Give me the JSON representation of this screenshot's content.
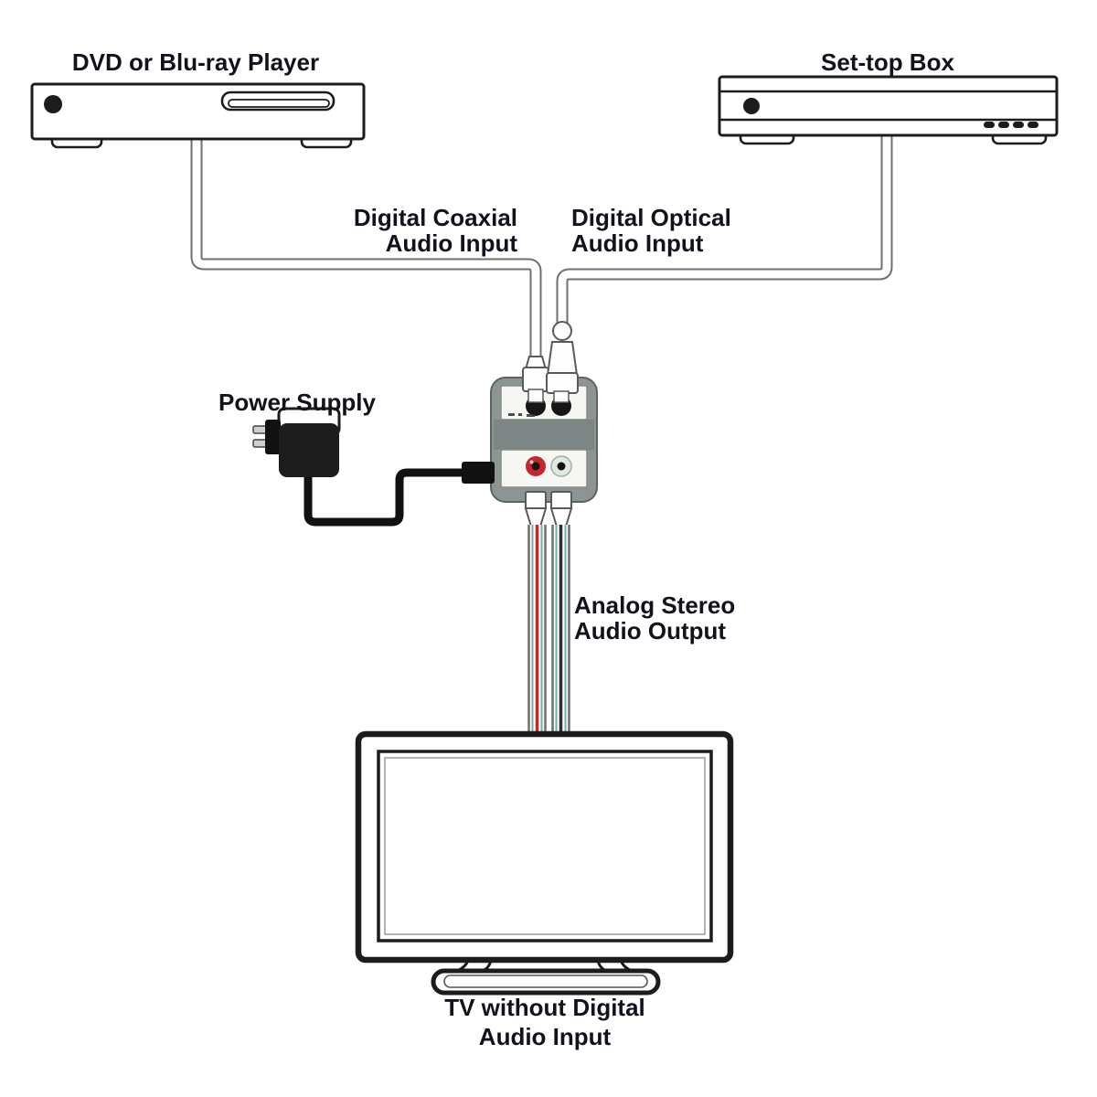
{
  "colors": {
    "background": "#ffffff",
    "line": "#1c1c1c",
    "label_text": "#12121e",
    "cable_outline": "#6f6f6f",
    "power_cable": "#111111",
    "converter_body": "#8d9494",
    "panel": "#f6f6f3",
    "jack_red": "#c4272e",
    "jack_white": "#dfe8e2",
    "cable_red": "#c4272e",
    "cable_black": "#2d2d2d",
    "cable_teal": "#74aea6"
  },
  "diagram": {
    "devices": {
      "dvd_player": {
        "label": "DVD or Blu-ray Player"
      },
      "set_top_box": {
        "label": "Set-top Box"
      },
      "power_supply": {
        "label": "Power Supply"
      },
      "tv": {
        "label_line1": "TV without Digital",
        "label_line2": "Audio Input"
      }
    },
    "connections": {
      "digital_coaxial": {
        "label_line1": "Digital Coaxial",
        "label_line2": "Audio Input"
      },
      "digital_optical": {
        "label_line1": "Digital Optical",
        "label_line2": "Audio Input"
      },
      "analog_stereo": {
        "label_line1": "Analog Stereo",
        "label_line2": "Audio Output"
      }
    }
  }
}
